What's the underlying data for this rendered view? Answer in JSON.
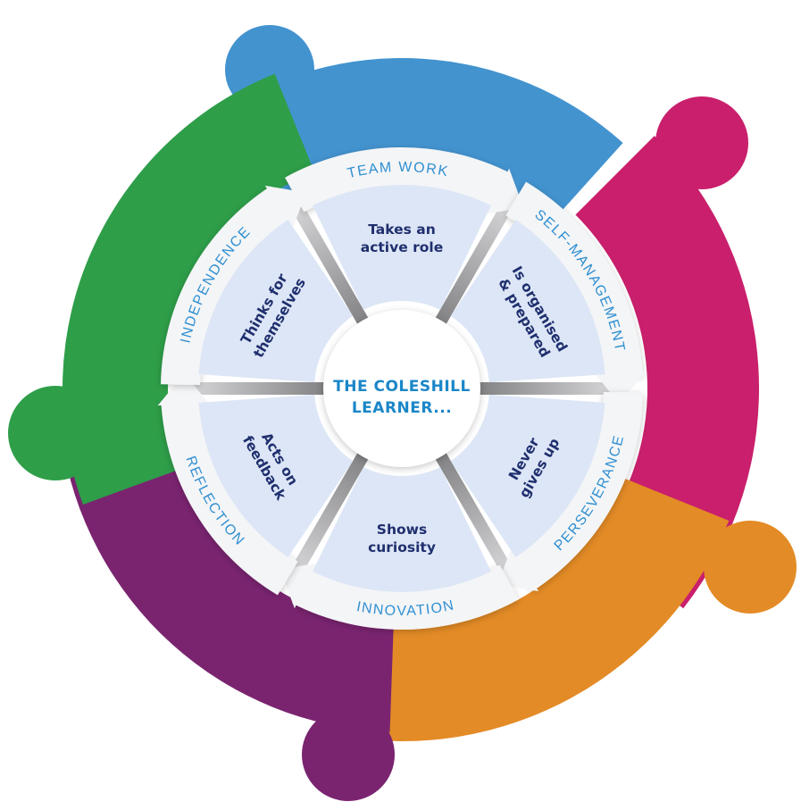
{
  "center": {
    "line1": "THE COLESHILL",
    "line2": "LEARNER..."
  },
  "figures": [
    {
      "name": "blue",
      "color": "#4393cf"
    },
    {
      "name": "magenta",
      "color": "#c91f6c"
    },
    {
      "name": "orange",
      "color": "#e38b26"
    },
    {
      "name": "purple",
      "color": "#7a2470"
    },
    {
      "name": "green",
      "color": "#2e9e49"
    }
  ],
  "segments": [
    {
      "category": "TEAM WORK",
      "lines": [
        "Takes an",
        "active role"
      ]
    },
    {
      "category": "SELF-MANAGEMENT",
      "lines": [
        "Is organised",
        "& prepared"
      ]
    },
    {
      "category": "PERSEVERANCE",
      "lines": [
        "Never",
        "gives up"
      ]
    },
    {
      "category": "INNOVATION",
      "lines": [
        "Shows",
        "curiosity"
      ]
    },
    {
      "category": "REFLECTION",
      "lines": [
        "Acts on",
        "feedback"
      ]
    },
    {
      "category": "INDEPENDENCE",
      "lines": [
        "Thinks for",
        "themselves"
      ]
    }
  ],
  "colors": {
    "sector_fill": "#dde6f6",
    "band_fill": "#f4f5f7",
    "spoke": "#a9a9ab",
    "value_text": "#1f2f6e",
    "category_text": "#2f8fd1",
    "center_text": "#1a86c8"
  }
}
